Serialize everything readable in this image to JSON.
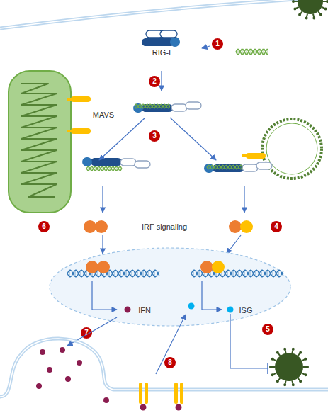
{
  "diagram": {
    "labels": [
      "1",
      "RIG-I",
      "2",
      "MAVS",
      "3",
      "IRF signaling",
      "6",
      "4",
      "IFN",
      "ISG",
      "7",
      "5",
      "8"
    ]
  }
}
